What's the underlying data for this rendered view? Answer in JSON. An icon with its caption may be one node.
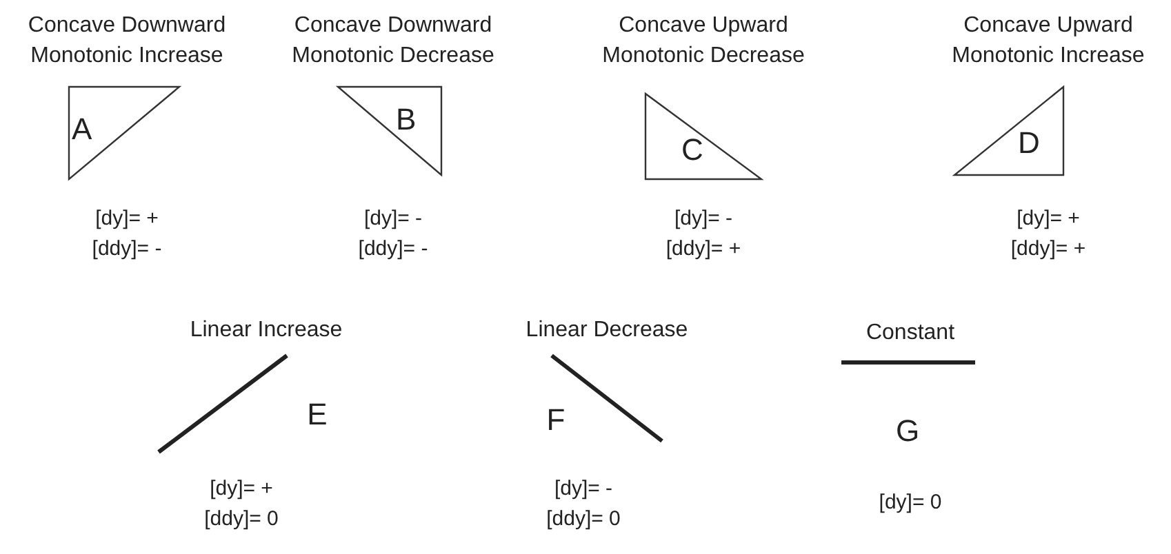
{
  "diagram": {
    "nodes": [
      {
        "text": [
          "Concave Downward Monotonic Increase",
          "A"
        ],
        "beside": [
          "[dy]= +",
          "[ddy]= -"
        ]
      },
      {
        "text": [
          "Concave Downward Monotonic Decrease",
          "B"
        ],
        "beside": [
          "[dy]= -",
          "[ddy]= -"
        ]
      },
      {
        "text": [
          "Concave Upward Monotonic Decrease",
          "C"
        ],
        "beside": [
          "[dy]= -",
          "[ddy]= +"
        ]
      },
      {
        "text": [
          "Concave Upward Monotonic Increase",
          "D"
        ],
        "beside": [
          "[dy]= +",
          "[ddy]= +"
        ]
      }
    ],
    "edges": [],
    "labels": [
      "Linear Increase",
      "Linear Decrease",
      "Constant",
      "E",
      "F",
      "G",
      "[dy]= +",
      "[ddy]= 0",
      "[dy]= -",
      "[ddy]= 0",
      "[dy]= 0"
    ]
  }
}
